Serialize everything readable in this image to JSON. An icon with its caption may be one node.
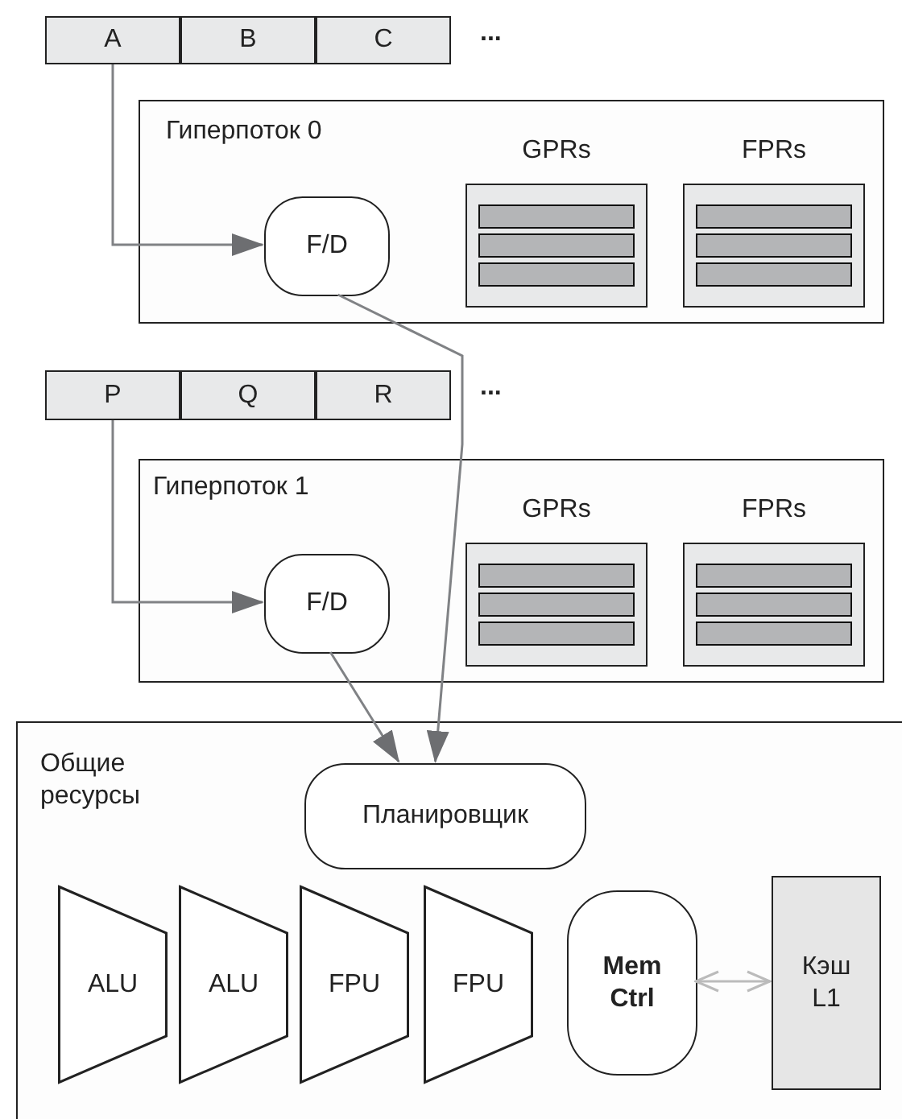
{
  "diagram": {
    "nodes": [
      {
        "text": [
          "A"
        ]
      },
      {
        "text": [
          "B"
        ]
      },
      {
        "text": [
          "C"
        ]
      },
      {
        "text": [
          "Гиперпоток 0"
        ]
      },
      {
        "text": [
          "F/D"
        ],
        "in": 3
      },
      {
        "text": [
          "GPRs"
        ],
        "in": 3
      },
      {
        "text": [
          "FPRs"
        ],
        "in": 3
      },
      {
        "text": [
          "P"
        ]
      },
      {
        "text": [
          "Q"
        ]
      },
      {
        "text": [
          "R"
        ]
      },
      {
        "text": [
          "Гиперпоток 1"
        ]
      },
      {
        "text": [
          "F/D"
        ],
        "in": 10
      },
      {
        "text": [
          "GPRs"
        ],
        "in": 10
      },
      {
        "text": [
          "FPRs"
        ],
        "in": 10
      },
      {
        "text": [
          "Общие ресурсы"
        ]
      },
      {
        "text": [
          "Планировщик"
        ],
        "in": 14
      },
      {
        "text": [
          "ALU"
        ],
        "in": 14
      },
      {
        "text": [
          "ALU"
        ],
        "in": 14
      },
      {
        "text": [
          "FPU"
        ],
        "in": 14
      },
      {
        "text": [
          "FPU"
        ],
        "in": 14
      },
      {
        "text": [
          "Mem Ctrl"
        ],
        "in": 14
      },
      {
        "text": [
          "Кэш L1"
        ],
        "in": 14
      }
    ],
    "edges": [
      {
        "from": 0,
        "to": 4,
        "arrow": "to"
      },
      {
        "from": 4,
        "to": 15,
        "arrow": "to"
      },
      {
        "from": 7,
        "to": 11,
        "arrow": "to"
      },
      {
        "from": 11,
        "to": 15,
        "arrow": "to"
      },
      {
        "from": 20,
        "to": 21,
        "arrow": "both",
        "color": "#bbbbbb"
      }
    ],
    "labels": [
      "...",
      "..."
    ]
  }
}
